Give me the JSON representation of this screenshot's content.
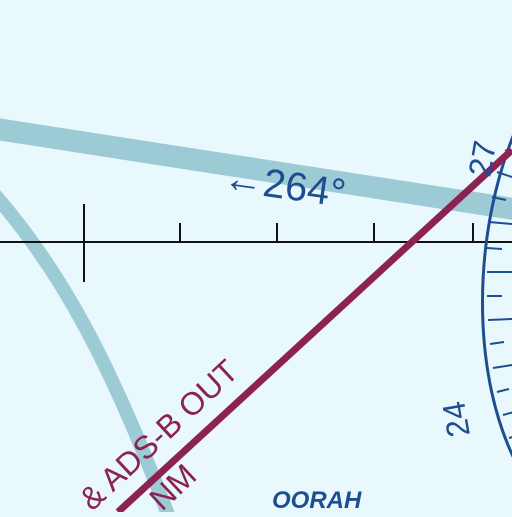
{
  "map": {
    "background_color": "#e9f8fc",
    "victor_airway_color": "#9ccbd6",
    "boundary_color": "#8b2252",
    "navaid_color": "#1d4e8f",
    "course_label": "←264°",
    "compass_rose_labels": [
      "27",
      "24"
    ],
    "boundary_text": [
      "& ADS-B OUT",
      "NM"
    ],
    "waypoint_label": "OORAH"
  }
}
